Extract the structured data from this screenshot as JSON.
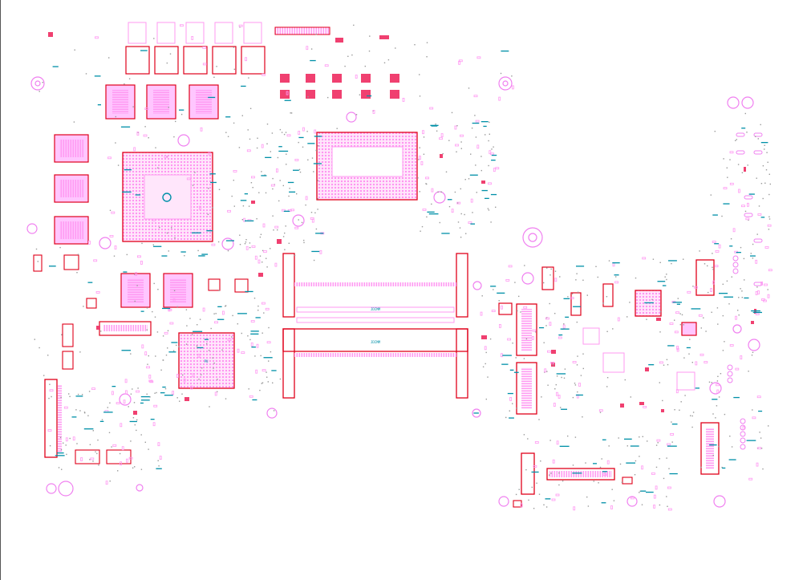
{
  "palette": {
    "outline": "#e0001a",
    "pad": "#ff80ff",
    "pad_light": "#ffc6ff",
    "ic_fill": "#ffd6f6",
    "label": "#0090a8",
    "small_part": "#f04070",
    "via": "#9a9a9a",
    "hole": "#f080f0",
    "background": "#ffffff"
  },
  "labels": {
    "dimm_top": "JDIMM",
    "dimm_bottom": "JDIMM",
    "cpu": "U1",
    "pch": "U2",
    "u_right": "U",
    "pch_bottom": "PU"
  }
}
